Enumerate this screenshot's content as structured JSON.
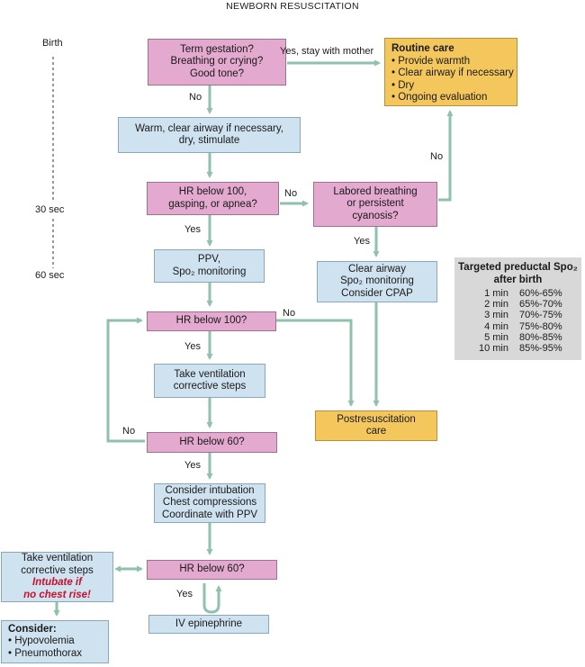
{
  "title": "NEWBORN RESUSCITATION",
  "timeline": {
    "birth": "Birth",
    "t30": "30 sec",
    "t60": "60 sec"
  },
  "nodes": {
    "initial": [
      "Term gestation?",
      "Breathing or crying?",
      "Good tone?"
    ],
    "warm": [
      "Warm, clear airway if necessary,",
      "dry, stimulate"
    ],
    "hr100_apnea": [
      "HR below 100,",
      "gasping, or apnea?"
    ],
    "labored": [
      "Labored breathing",
      "or persistent",
      "cyanosis?"
    ],
    "ppv": [
      "PPV,",
      "Spo₂ monitoring"
    ],
    "clear_airway": [
      "Clear airway",
      "Spo₂ monitoring",
      "Consider CPAP"
    ],
    "hr100": "HR below 100?",
    "take_vent_1": [
      "Take ventilation",
      "corrective steps"
    ],
    "postresus": [
      "Postresuscitation",
      "care"
    ],
    "hr60_a": "HR below 60?",
    "consider_intubation": [
      "Consider intubation",
      "Chest compressions",
      "Coordinate with PPV"
    ],
    "hr60_b": "HR below 60?",
    "iv_epi": "IV epinephrine",
    "take_vent_2": [
      "Take ventilation",
      "corrective steps"
    ],
    "take_vent_2_warning": [
      "Intubate if",
      "no chest rise!"
    ],
    "routine_care": {
      "heading": "Routine care",
      "items": [
        "Provide warmth",
        "Clear airway if necessary",
        "Dry",
        "Ongoing evaluation"
      ]
    },
    "consider": {
      "heading": "Consider:",
      "items": [
        "Hypovolemia",
        "Pneumothorax"
      ]
    }
  },
  "edge_labels": {
    "yes_stay": "Yes, stay with mother",
    "no_1": "No",
    "no_2": "No",
    "no_3": "No",
    "yes_1": "Yes",
    "yes_2": "Yes",
    "no_4": "No",
    "yes_3": "Yes",
    "no_5": "No",
    "yes_4": "Yes",
    "yes_5": "Yes"
  },
  "spo2_targets": {
    "heading": [
      "Targeted preductal Spo₂",
      "after birth"
    ],
    "rows": [
      {
        "time": "1 min",
        "range": "60%-65%"
      },
      {
        "time": "2 min",
        "range": "65%-70%"
      },
      {
        "time": "3 min",
        "range": "70%-75%"
      },
      {
        "time": "4 min",
        "range": "75%-80%"
      },
      {
        "time": "5 min",
        "range": "80%-85%"
      },
      {
        "time": "10 min",
        "range": "85%-95%"
      }
    ]
  },
  "colors": {
    "decision": "#e3a9cf",
    "action": "#cfe2ef",
    "care": "#f3c75c",
    "arrow": "#8fc1ad",
    "warning_text": "#c8102e"
  }
}
